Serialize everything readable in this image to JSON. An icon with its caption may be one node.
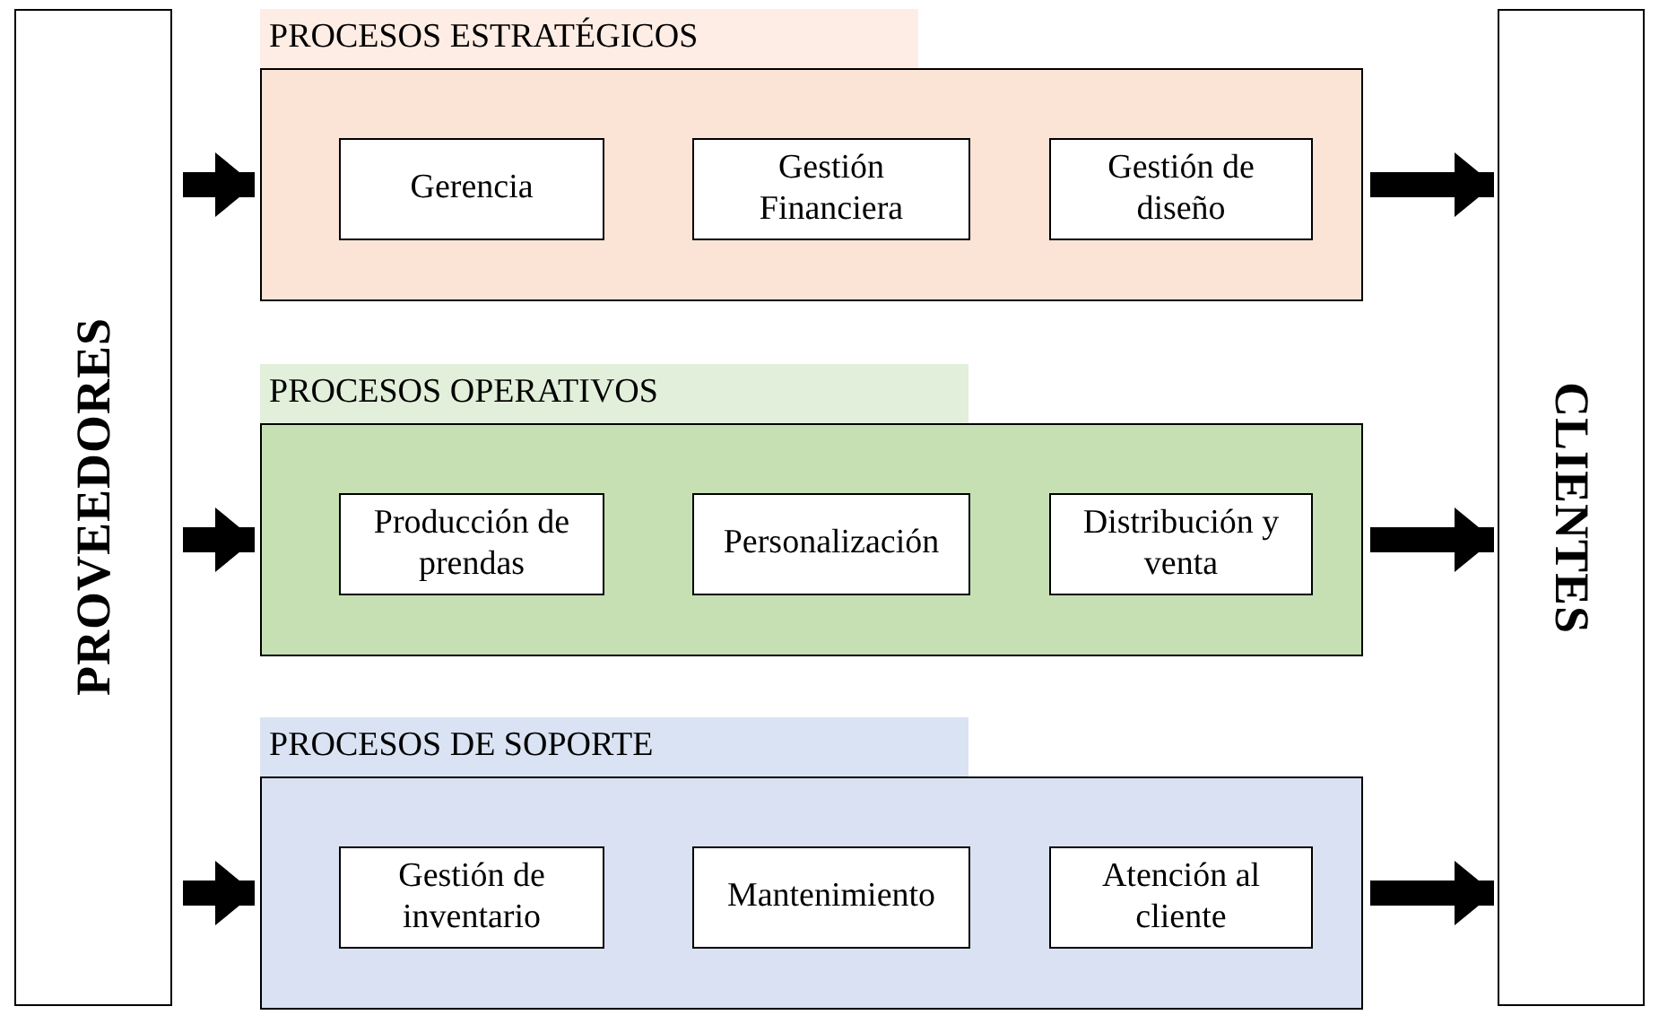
{
  "diagram": {
    "nodes": [
      {
        "text": [
          "PROVEEDORES"
        ]
      },
      {
        "text": [
          "PROCESOS ESTRATÉGICOS"
        ]
      },
      {
        "text": [
          "Gerencia"
        ],
        "in": 1
      },
      {
        "text": [
          "Gestión Financiera"
        ],
        "in": 1
      },
      {
        "text": [
          "Gestión de diseño"
        ],
        "in": 1
      },
      {
        "text": [
          "PROCESOS OPERATIVOS"
        ]
      },
      {
        "text": [
          "Producción de prendas"
        ],
        "in": 5
      },
      {
        "text": [
          "Personalización"
        ],
        "in": 5
      },
      {
        "text": [
          "Distribución y venta"
        ],
        "in": 5
      },
      {
        "text": [
          "PROCESOS DE SOPORTE"
        ]
      },
      {
        "text": [
          "Gestión de inventario"
        ],
        "in": 9
      },
      {
        "text": [
          "Mantenimiento"
        ],
        "in": 9
      },
      {
        "text": [
          "Atención al cliente"
        ],
        "in": 9
      },
      {
        "text": [
          "CLIENTES"
        ]
      }
    ],
    "edges": [
      {
        "from": 0,
        "to": 1,
        "arrow": "to"
      },
      {
        "from": 0,
        "to": 5,
        "arrow": "to"
      },
      {
        "from": 0,
        "to": 9,
        "arrow": "to"
      },
      {
        "from": 1,
        "to": 13,
        "arrow": "to"
      },
      {
        "from": 5,
        "to": 13,
        "arrow": "to"
      },
      {
        "from": 9,
        "to": 13,
        "arrow": "to"
      }
    ]
  }
}
